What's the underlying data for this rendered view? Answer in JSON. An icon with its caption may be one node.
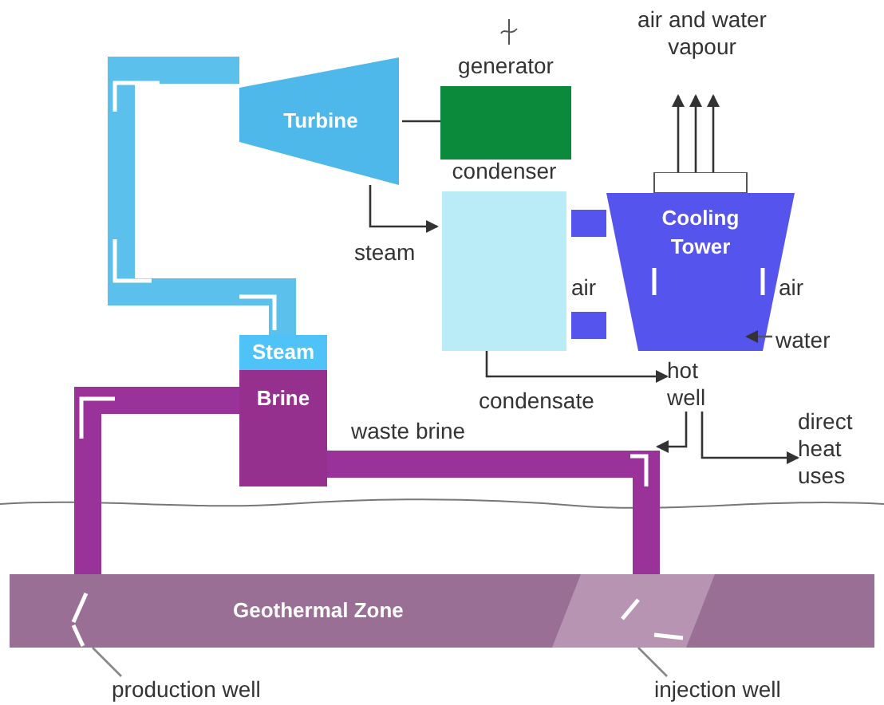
{
  "diagram": {
    "nodes": [
      {
        "text": [
          "Turbine"
        ]
      },
      {
        "text": [
          "generator"
        ]
      },
      {
        "text": [
          "condenser"
        ]
      },
      {
        "text": [
          "Cooling Tower"
        ]
      },
      {
        "text": [
          "air and water vapour"
        ]
      },
      {
        "text": [
          "Steam"
        ]
      },
      {
        "text": [
          "Brine"
        ]
      },
      {
        "text": [
          "Geothermal Zone"
        ]
      },
      {
        "text": [
          "production well"
        ]
      },
      {
        "text": [
          "injection well"
        ]
      },
      {
        "text": [
          "direct heat uses"
        ]
      },
      {
        "text": [
          "hot well"
        ]
      }
    ],
    "edges": [
      {
        "from": 5,
        "to": 0,
        "arrow": "none",
        "style": "thick",
        "color": "#5bc0eb"
      },
      {
        "from": 7,
        "to": 6,
        "arrow": "none",
        "style": "thick",
        "color": "#993399"
      },
      {
        "from": 6,
        "to": 7,
        "arrow": "none",
        "style": "thick",
        "color": "#993399",
        "label": "waste brine"
      },
      {
        "from": 0,
        "to": 1,
        "arrow": "none"
      },
      {
        "from": 0,
        "to": 2,
        "arrow": "to",
        "label": "steam"
      },
      {
        "from": 2,
        "to": 11,
        "arrow": "to",
        "label": "condensate"
      },
      {
        "from": 11,
        "to": 10,
        "arrow": "to"
      },
      {
        "from": 11,
        "to": null,
        "arrow": "to"
      },
      {
        "from": 3,
        "to": 4,
        "arrow": "to"
      },
      {
        "from": 3,
        "to": 4,
        "arrow": "to"
      },
      {
        "from": 3,
        "to": 4,
        "arrow": "to"
      },
      {
        "from": 3,
        "to": 2,
        "arrow": "none",
        "style": "thick",
        "color": "#5555ee"
      },
      {
        "from": 2,
        "to": 3,
        "arrow": "none",
        "style": "thick",
        "color": "#5555ee"
      },
      {
        "from": 8,
        "to": 7,
        "arrow": "none"
      },
      {
        "from": 9,
        "to": 7,
        "arrow": "none"
      }
    ],
    "labels": [
      "air",
      "air",
      "water"
    ]
  }
}
